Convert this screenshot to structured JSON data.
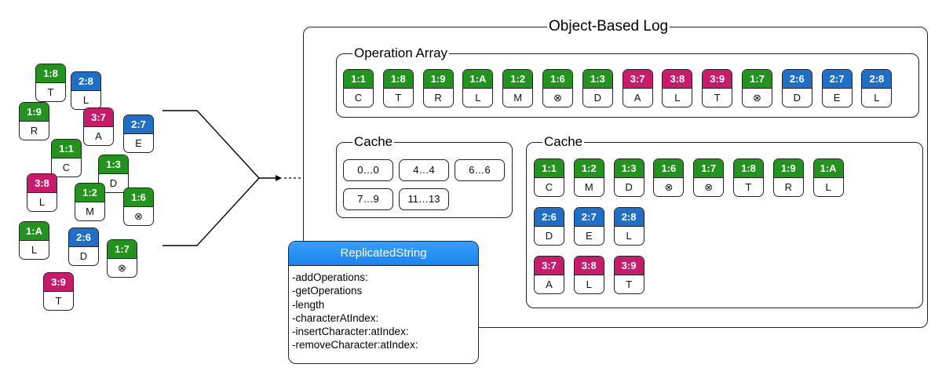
{
  "log_title": "Object-Based Log",
  "operation_array": {
    "title": "Operation Array",
    "ops": [
      {
        "id": "1:1",
        "ch": "C",
        "color": "g"
      },
      {
        "id": "1:8",
        "ch": "T",
        "color": "g"
      },
      {
        "id": "1:9",
        "ch": "R",
        "color": "g"
      },
      {
        "id": "1:A",
        "ch": "L",
        "color": "g"
      },
      {
        "id": "1:2",
        "ch": "M",
        "color": "g"
      },
      {
        "id": "1:6",
        "ch": "⊗",
        "color": "g"
      },
      {
        "id": "1:3",
        "ch": "D",
        "color": "g"
      },
      {
        "id": "3:7",
        "ch": "A",
        "color": "m"
      },
      {
        "id": "3:8",
        "ch": "L",
        "color": "m"
      },
      {
        "id": "3:9",
        "ch": "T",
        "color": "m"
      },
      {
        "id": "1:7",
        "ch": "⊗",
        "color": "g"
      },
      {
        "id": "2:6",
        "ch": "D",
        "color": "b"
      },
      {
        "id": "2:7",
        "ch": "E",
        "color": "b"
      },
      {
        "id": "2:8",
        "ch": "L",
        "color": "b"
      }
    ]
  },
  "range_cache": {
    "title": "Cache",
    "ranges": [
      "0…0",
      "4…4",
      "6…6",
      "7…9",
      "11…13"
    ]
  },
  "op_cache": {
    "title": "Cache",
    "rows": [
      [
        {
          "id": "1:1",
          "ch": "C",
          "color": "g"
        },
        {
          "id": "1:2",
          "ch": "M",
          "color": "g"
        },
        {
          "id": "1:3",
          "ch": "D",
          "color": "g"
        },
        {
          "id": "1:6",
          "ch": "⊗",
          "color": "g"
        },
        {
          "id": "1:7",
          "ch": "⊗",
          "color": "g"
        },
        {
          "id": "1:8",
          "ch": "T",
          "color": "g"
        },
        {
          "id": "1:9",
          "ch": "R",
          "color": "g"
        },
        {
          "id": "1:A",
          "ch": "L",
          "color": "g"
        }
      ],
      [
        {
          "id": "2:6",
          "ch": "D",
          "color": "b"
        },
        {
          "id": "2:7",
          "ch": "E",
          "color": "b"
        },
        {
          "id": "2:8",
          "ch": "L",
          "color": "b"
        }
      ],
      [
        {
          "id": "3:7",
          "ch": "A",
          "color": "m"
        },
        {
          "id": "3:8",
          "ch": "L",
          "color": "m"
        },
        {
          "id": "3:9",
          "ch": "T",
          "color": "m"
        }
      ]
    ]
  },
  "loose_ops": [
    {
      "id": "1:8",
      "ch": "T",
      "color": "g"
    },
    {
      "id": "2:8",
      "ch": "L",
      "color": "b"
    },
    {
      "id": "1:9",
      "ch": "R",
      "color": "g"
    },
    {
      "id": "3:7",
      "ch": "A",
      "color": "m"
    },
    {
      "id": "2:7",
      "ch": "E",
      "color": "b"
    },
    {
      "id": "1:1",
      "ch": "C",
      "color": "g"
    },
    {
      "id": "1:3",
      "ch": "D",
      "color": "g"
    },
    {
      "id": "3:8",
      "ch": "L",
      "color": "m"
    },
    {
      "id": "1:2",
      "ch": "M",
      "color": "g"
    },
    {
      "id": "1:6",
      "ch": "⊗",
      "color": "g"
    },
    {
      "id": "1:A",
      "ch": "L",
      "color": "g"
    },
    {
      "id": "2:6",
      "ch": "D",
      "color": "b"
    },
    {
      "id": "1:7",
      "ch": "⊗",
      "color": "g"
    },
    {
      "id": "3:9",
      "ch": "T",
      "color": "m"
    }
  ],
  "replicated_string": {
    "title": "ReplicatedString",
    "methods": [
      "-addOperations:",
      "-getOperations",
      "-length",
      "-characterAtIndex:",
      "-insertCharacter:atIndex:",
      "-removeCharacter:atIndex:"
    ]
  },
  "colors": {
    "g": "#23921f",
    "b": "#1f6fc6",
    "m": "#c71c6c",
    "class_header": "#1a84ef"
  }
}
